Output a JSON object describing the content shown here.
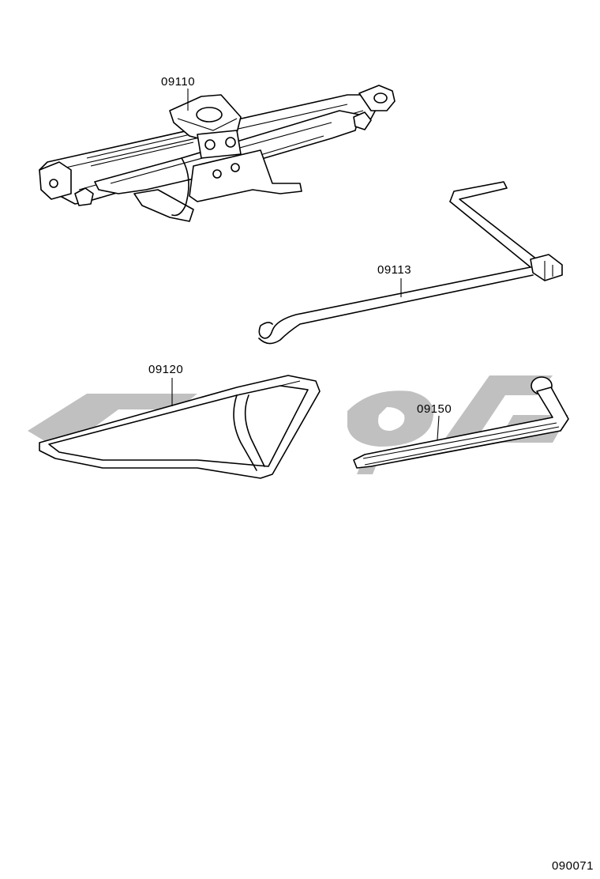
{
  "parts": [
    {
      "id": "jack",
      "part_number": "09110"
    },
    {
      "id": "jack-handle",
      "part_number": "09113"
    },
    {
      "id": "tool-bag",
      "part_number": "09120"
    },
    {
      "id": "wheel-nut-wrench",
      "part_number": "09150"
    }
  ],
  "diagram_code": "090071",
  "colors": {
    "line": "#000000",
    "watermark": "#8c8c8c",
    "background": "#ffffff"
  }
}
